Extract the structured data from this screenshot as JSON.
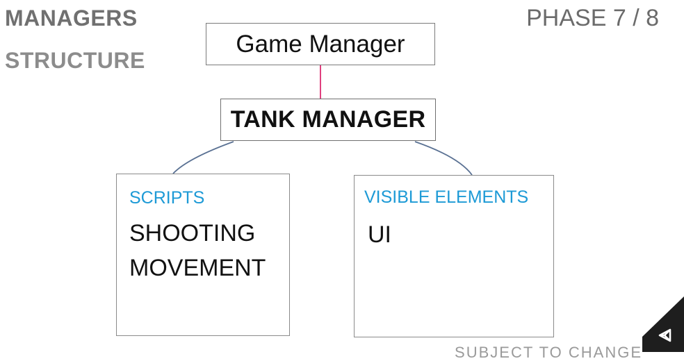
{
  "header": {
    "title_line1": "MANAGERS",
    "title_line2": "STRUCTURE",
    "phase": "PHASE 7 / 8"
  },
  "diagram": {
    "root": "Game Manager",
    "child": "TANK MANAGER",
    "groups": [
      {
        "heading": "SCRIPTS",
        "items": [
          "SHOOTING",
          "MOVEMENT"
        ]
      },
      {
        "heading": "VISIBLE ELEMENTS",
        "items": [
          "UI"
        ]
      }
    ],
    "colors": {
      "heading": "#1d9ad6",
      "root_link": "#e0407f",
      "branch_links": "#5a7193"
    }
  },
  "footer": {
    "text": "SUBJECT TO CHANGE",
    "logo_icon": "unity-logo-icon"
  }
}
